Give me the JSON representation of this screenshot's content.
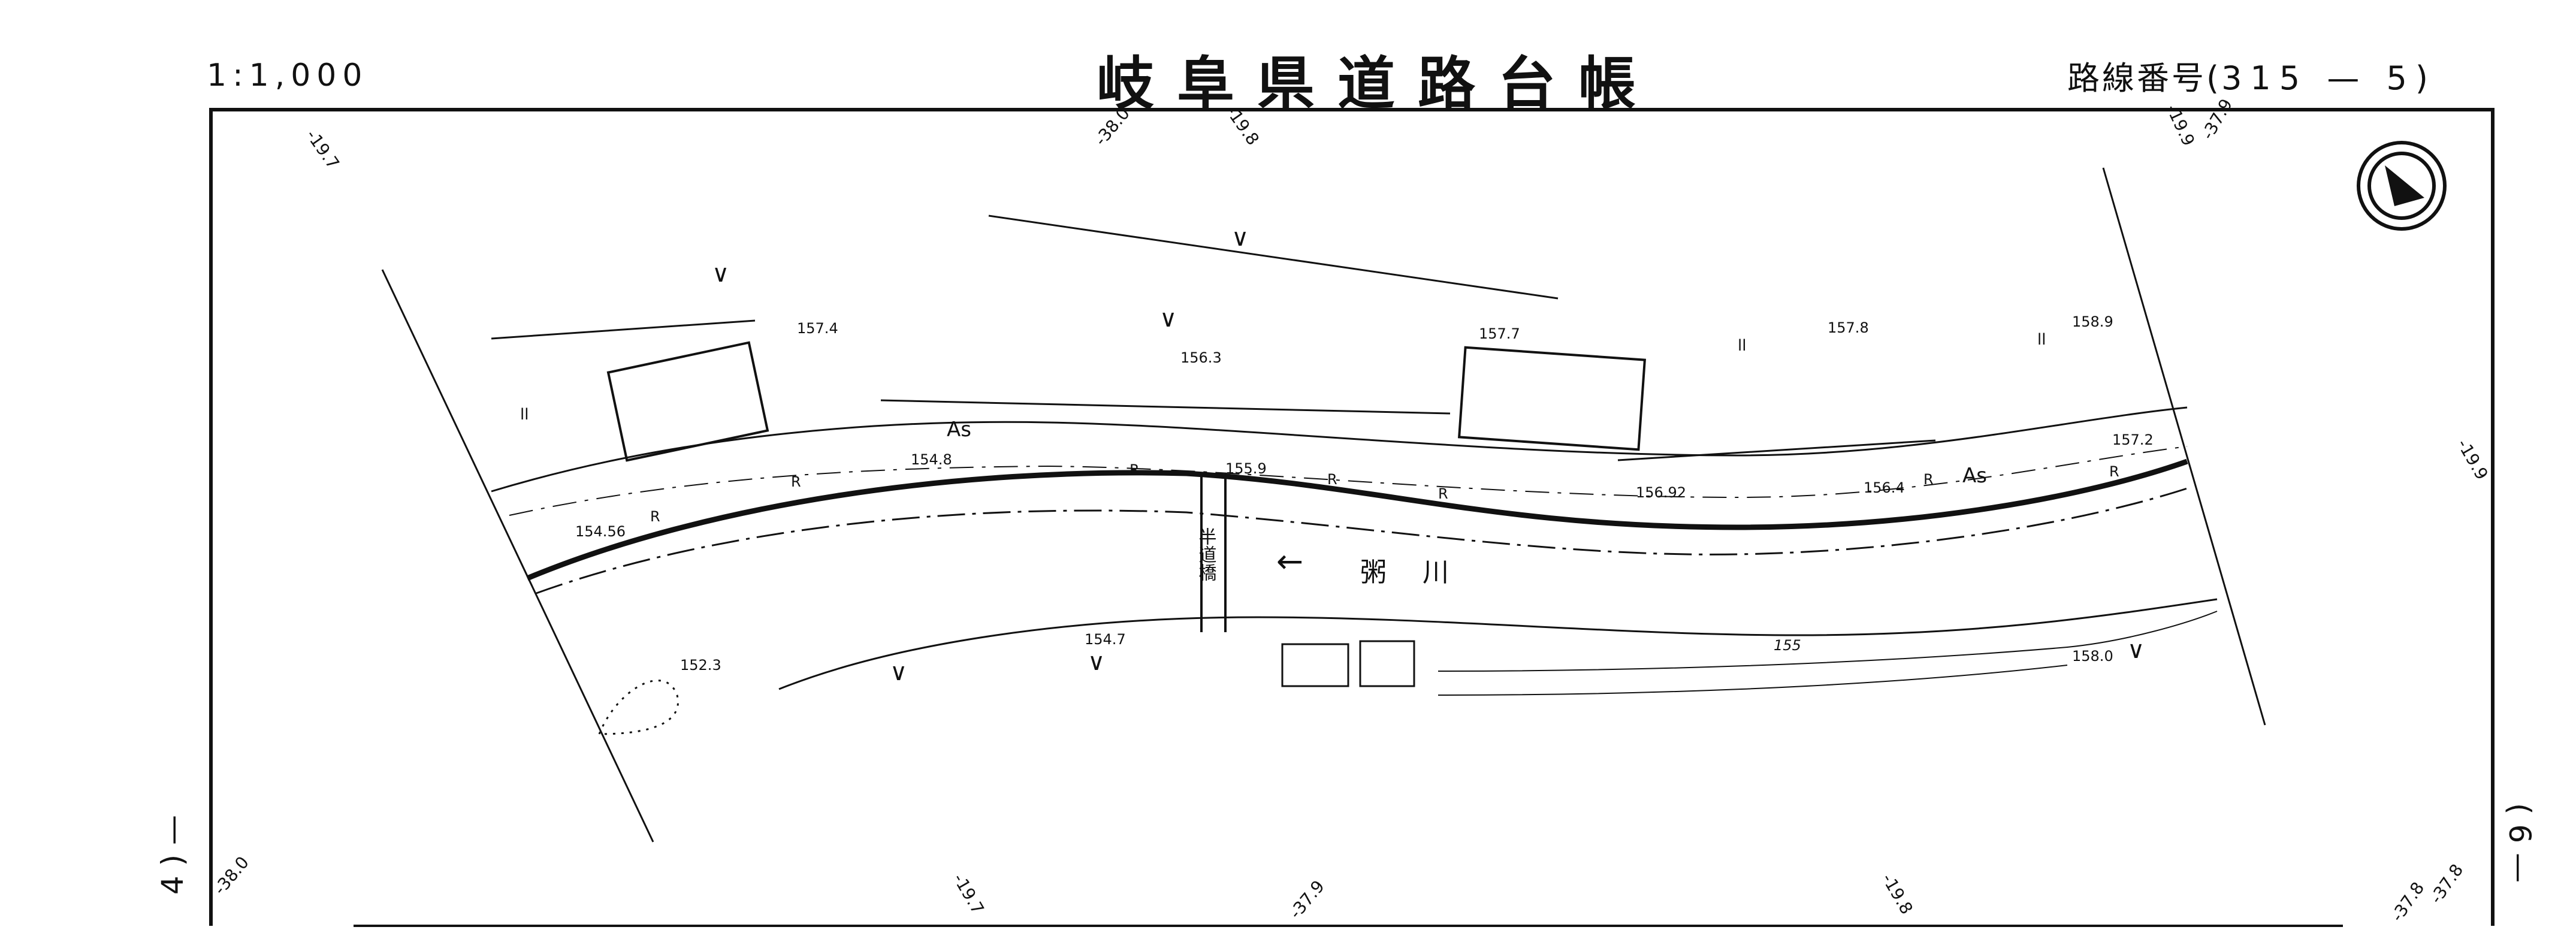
{
  "header": {
    "scale": "1:1,000",
    "title": "岐阜県道路台帳",
    "route_prefix": "路線番号(",
    "route_number": "315 — 5",
    "route_suffix": ")"
  },
  "side_labels": {
    "left": "4 ) —",
    "right": "( 6 —"
  },
  "grid_ticks": {
    "top": [
      "-19.7",
      "-38.0",
      "-19.8",
      "-19.9",
      "-37.9"
    ],
    "right": [
      "-19.9"
    ],
    "bottom": [
      "-38.0",
      "-19.7",
      "-37.9",
      "-19.8",
      "-37.8",
      "-37.8"
    ]
  },
  "river": {
    "name": "粥川",
    "flow_arrow": "←"
  },
  "bridge": {
    "name": "半道橋"
  },
  "road_labels": {
    "surface_1": "As",
    "surface_2": "As",
    "retaining_wall": "R"
  },
  "elevations": [
    "157.4",
    "156.3",
    "157.7",
    "157.8",
    "158.9",
    "154.8",
    "155.9",
    "154.56",
    "156.92",
    "156.4",
    "157.2",
    "154.7",
    "152.3",
    "158.0",
    "155"
  ],
  "land_symbols": {
    "field": "∨",
    "paddy": "ll"
  },
  "colors": {
    "ink": "#111111",
    "paper": "#ffffff"
  },
  "icons": [
    "north-arrow-icon"
  ]
}
